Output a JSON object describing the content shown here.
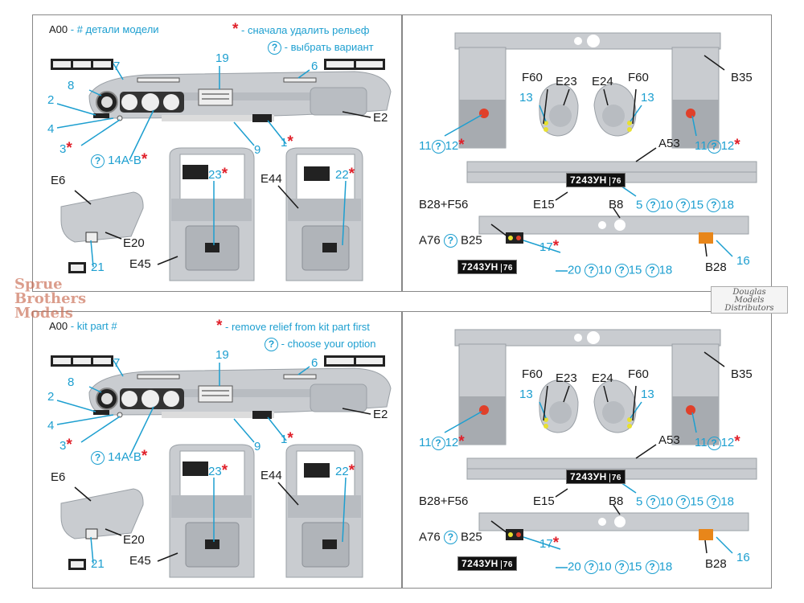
{
  "instructions": {
    "top": {
      "prefix": "A00",
      "part_note": "- # детали модели",
      "relief_note": "- сначала удалить рельеф",
      "option_note": "- выбрать вариант"
    },
    "bottom": {
      "prefix": "A00",
      "part_note": "- kit part #",
      "relief_note": "- remove relief from kit part first",
      "option_note": "- choose your option"
    }
  },
  "symbols": {
    "star": "*",
    "question": "?"
  },
  "labels": {
    "n2": "2",
    "n3": "3",
    "n4": "4",
    "n5": "5",
    "n6": "6",
    "n7": "7",
    "n8": "8",
    "n9": "9",
    "n1": "1",
    "n10": "10",
    "n11": "11",
    "n12": "12",
    "n13": "13",
    "n15": "15",
    "n16": "16",
    "n17": "17",
    "n18": "18",
    "n19": "19",
    "n20": "20",
    "n21": "21",
    "n22": "22",
    "n23": "23",
    "n14ab": "14A-B",
    "E2": "E2",
    "E6": "E6",
    "E15": "E15",
    "E20": "E20",
    "E23": "E23",
    "E24": "E24",
    "E44": "E44",
    "E45": "E45",
    "F60": "F60",
    "B8": "B8",
    "B25": "B25",
    "B28": "B28",
    "B28F56": "B28+F56",
    "B35": "B35",
    "A53": "A53",
    "A76": "A76"
  },
  "plate": {
    "number": "7243",
    "letters": "УН",
    "region": "76"
  },
  "watermark": {
    "line1": "Sprue",
    "line2": "Brothers",
    "line3": "Models"
  },
  "distributor": {
    "line1": "Douglas",
    "line2": "Models",
    "line3": "Distributors"
  },
  "colors": {
    "cyan": "#1d9fd0",
    "red": "#e0202a",
    "part_gray": "#c9ccd0",
    "dark_gray": "#a7abb0"
  }
}
